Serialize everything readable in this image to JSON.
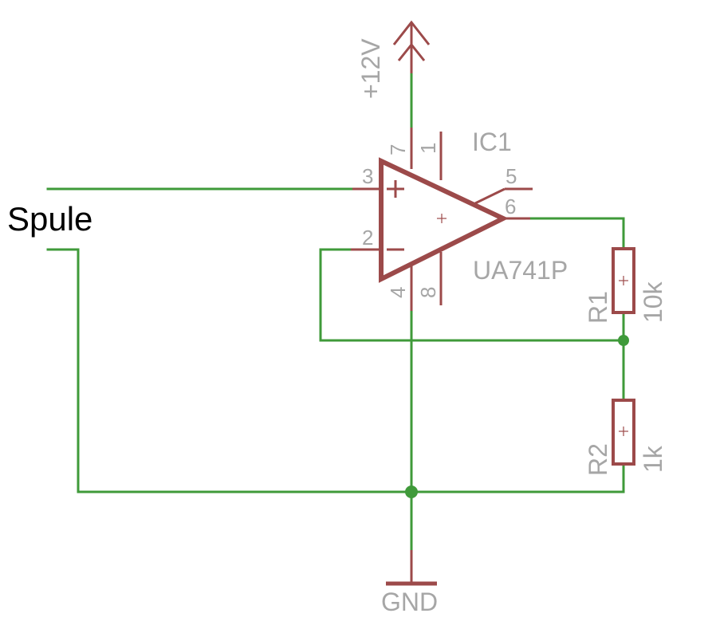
{
  "supply": {
    "label": "+12V"
  },
  "ground": {
    "label": "GND"
  },
  "opamp": {
    "name": "IC1",
    "value": "UA741P",
    "plus_sign": "+",
    "minus_sign": "−",
    "pins": {
      "p1": "1",
      "p2": "2",
      "p3": "3",
      "p4": "4",
      "p5": "5",
      "p6": "6",
      "p7": "7",
      "p8": "8"
    }
  },
  "r1": {
    "name": "R1",
    "value": "10k"
  },
  "r2": {
    "name": "R2",
    "value": "1k"
  },
  "connector": {
    "label": "Spule"
  },
  "colors": {
    "wire": "#3f9a3a",
    "symbol": "#9c4a4a",
    "label": "#a6a6a6"
  }
}
